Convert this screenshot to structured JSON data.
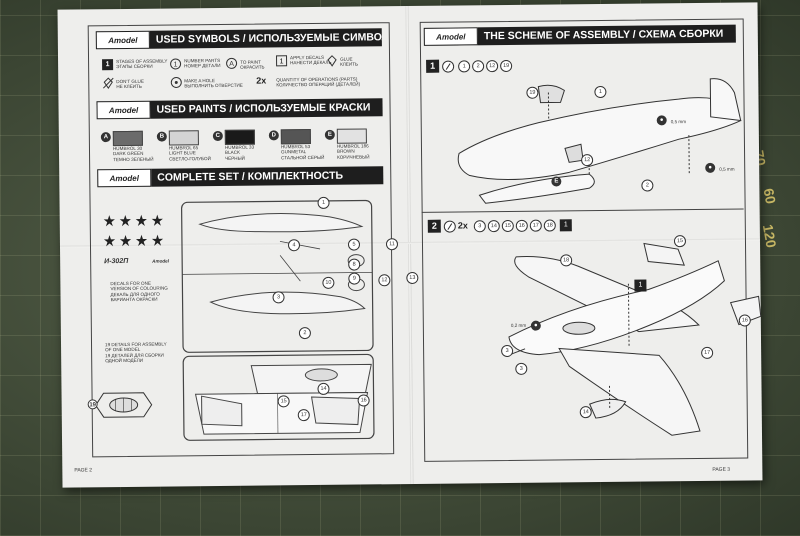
{
  "left_page": {
    "logo": "Amodel",
    "symbols_header": "USED SYMBOLS / ИСПОЛЬЗУЕМЫЕ СИМВОЛЫ",
    "symbols": [
      {
        "icon": "1",
        "label_en": "STAGES OF ASSEMBLY",
        "label_ru": "ЭТАПЫ СБОРКИ"
      },
      {
        "icon": "1",
        "label_en": "NUMBER PARTS",
        "label_ru": "НОМЕР ДЕТАЛИ"
      },
      {
        "icon": "A",
        "label_en": "TO PAINT",
        "label_ru": "ОКРАСИТЬ"
      },
      {
        "icon": "1",
        "label_en": "APPLY DECALS",
        "label_ru": "НАНЕСТИ ДЕКАЛЬ"
      },
      {
        "icon": "glue",
        "label_en": "GLUE",
        "label_ru": "КЛЕИТЬ"
      },
      {
        "icon": "no-glue",
        "label_en": "DON'T GLUE",
        "label_ru": "НЕ КЛЕИТЬ"
      },
      {
        "icon": "hole",
        "label_en": "MAKE A HOLE",
        "label_ru": "ВЫПОЛНИТЬ ОТВЕРСТИЕ"
      },
      {
        "icon": "2x",
        "label_en": "QUANTITY OF OPERATIONS (PARTS)",
        "label_ru": "КОЛИЧЕСТВО ОПЕРАЦИЙ (ДЕТАЛЕЙ)"
      }
    ],
    "paints_header": "USED PAINTS / ИСПОЛЬЗУЕМЫЕ КРАСКИ",
    "paints": [
      {
        "letter": "A",
        "code": "HUMBROL 30",
        "en": "DARK GREEN",
        "ru": "ТЕМНО ЗЕЛЕНЫЙ",
        "color": "#6b6b6b"
      },
      {
        "letter": "B",
        "code": "HUMBROL 65",
        "en": "LIGHT BLUE",
        "ru": "СВЕТЛО-ГОЛУБОЙ",
        "color": "#d4d4d4"
      },
      {
        "letter": "C",
        "code": "HUMBROL 33",
        "en": "BLACK",
        "ru": "ЧЕРНЫЙ",
        "color": "#1a1a1a"
      },
      {
        "letter": "D",
        "code": "HUMBROL 53",
        "en": "GUNMETAL",
        "ru": "СТАЛЬНОЙ СЕРЫЙ",
        "color": "#555555"
      },
      {
        "letter": "E",
        "code": "HUMBROL 186",
        "en": "BROWN",
        "ru": "КОРИЧНЕВЫЙ",
        "color": "#e2e2e2"
      }
    ],
    "set_header": "COMPLETE SET / КОМПЛЕКТНОСТЬ",
    "model_name": "И-302П",
    "decal_note": [
      "DECALS FOR ONE",
      "VERSION OF COLOURING",
      "ДЕКАЛЬ ДЛЯ ОДНОГО",
      "ВАРИАНТА ОКРАСКИ"
    ],
    "details_note": [
      "19 DETAILS FOR ASSEMBLY",
      "OF ONE MODEL",
      "19 ДЕТАЛЕЙ ДЛЯ СБОРКИ",
      "ОДНОЙ МОДЕЛИ"
    ],
    "page_label": "PAGE 2"
  },
  "right_page": {
    "scheme_header": "THE SCHEME OF ASSEMBLY / СХЕМА СБОРКИ",
    "step1": {
      "number": "1",
      "parts": [
        "1",
        "2",
        "12",
        "19"
      ]
    },
    "step1_dims": [
      "0,5 mm",
      "0,5 mm"
    ],
    "step2": {
      "number": "2",
      "multiplier": "2x",
      "parts": [
        "3",
        "14",
        "15",
        "16",
        "17",
        "18"
      ],
      "ref": "1"
    },
    "step2_dims": [
      "0,2 mm"
    ],
    "page_label": "PAGE 3"
  },
  "mat_numbers": [
    "70",
    "60",
    "120"
  ]
}
